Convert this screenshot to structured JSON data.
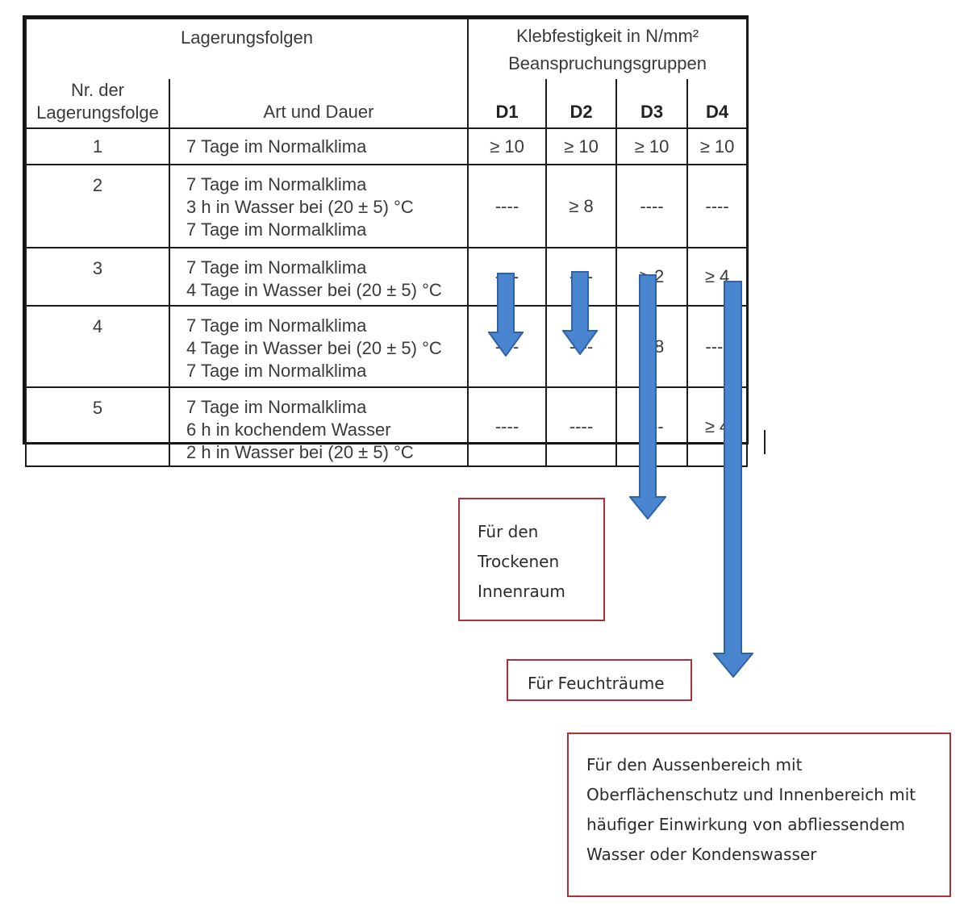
{
  "header": {
    "lagerungsfolgen": "Lagerungsfolgen",
    "nr_label": [
      "Nr. der",
      "Lagerungsfolge"
    ],
    "art_label": "Art und Dauer",
    "klebfestigkeit": "Klebfestigkeit in N/mm²",
    "gruppen": "Beanspruchungsgruppen",
    "d1": "D1",
    "d2": "D2",
    "d3": "D3",
    "d4": "D4"
  },
  "rows": [
    {
      "nr": "1",
      "art": [
        "7 Tage im Normalklima"
      ],
      "d1": "≥ 10",
      "d2": "≥ 10",
      "d3": "≥ 10",
      "d4": "≥ 10"
    },
    {
      "nr": "2",
      "art": [
        "7 Tage im Normalklima",
        "3 h in Wasser bei (20 ± 5) °C",
        "7 Tage im Normalklima"
      ],
      "d1": "----",
      "d2": "≥ 8",
      "d3": "----",
      "d4": "----"
    },
    {
      "nr": "3",
      "art": [
        "7 Tage im Normalklima",
        "4 Tage in Wasser bei (20 ± 5) °C"
      ],
      "d1": "----",
      "d2": "----",
      "d3": "≥ 2",
      "d4": "≥ 4"
    },
    {
      "nr": "4",
      "art": [
        "7 Tage im Normalklima",
        "4 Tage in Wasser bei (20 ± 5) °C",
        "7 Tage im Normalklima"
      ],
      "d1": "----",
      "d2": "----",
      "d3": "≥ 8",
      "d4": "----"
    },
    {
      "nr": "5",
      "art": [
        "7 Tage im Normalklima",
        "6 h in kochendem Wasser",
        "2 h in Wasser bei (20 ± 5) °C"
      ],
      "d1": "----",
      "d2": "----",
      "d3": "----",
      "d4": "≥ 4"
    }
  ],
  "notes": {
    "dry": [
      "Für den",
      "Trockenen",
      "Innenraum"
    ],
    "wet": "Für Feuchträume",
    "outside": [
      "Für den Aussenbereich mit",
      "Oberflächenschutz und Innenbereich mit",
      "häufiger Einwirkung von abfliessendem",
      "Wasser oder Kondenswasser"
    ]
  },
  "colors": {
    "arrow_fill": "#4a86d0",
    "arrow_stroke": "#2f62a6",
    "box_border": "#b0303a"
  }
}
